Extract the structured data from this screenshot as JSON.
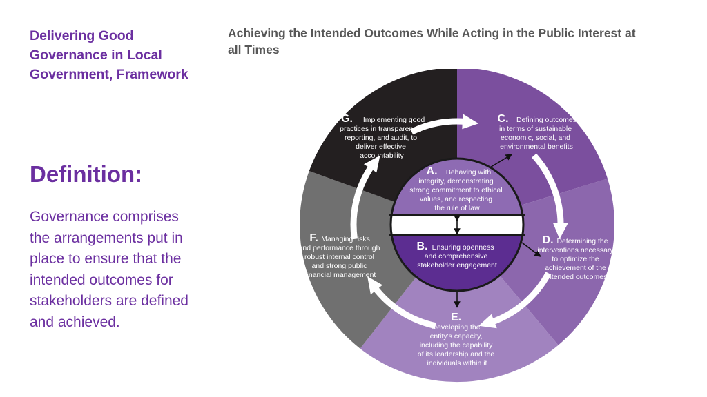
{
  "sidebar": {
    "title_lines": [
      "Delivering Good",
      "Governance in Local",
      "Government, Framework"
    ]
  },
  "definition": {
    "heading": "Definition:",
    "body_lines": [
      "Governance comprises",
      "the arrangements put in",
      "place to ensure that the",
      "intended outcomes for",
      "stakeholders are defined",
      "and achieved."
    ]
  },
  "diagram": {
    "title_lines": [
      "Achieving the Intended Outcomes While Acting in the Public Interest at",
      "all Times"
    ],
    "colors": {
      "segment_c": "#7b4f9e",
      "segment_d": "#8c67ad",
      "segment_e": "#a183bf",
      "segment_f": "#707070",
      "segment_g": "#231f20",
      "inner_top": "#8e6bb3",
      "inner_bottom": "#5c2d91"
    },
    "principles": {
      "g": {
        "letter": "G.",
        "lines": [
          "Implementing good",
          "practices in transparency,",
          "reporting, and audit, to",
          "deliver effective",
          "accountability"
        ]
      },
      "c": {
        "letter": "C.",
        "lines": [
          "Defining outcomes",
          "in terms of sustainable",
          "economic, social, and",
          "environmental benefits"
        ]
      },
      "d": {
        "letter": "D.",
        "lines": [
          "Determining the",
          "interventions necessary",
          "to optimize the",
          "achievement of the",
          "intended outcomes"
        ]
      },
      "e": {
        "letter": "E.",
        "lines": [
          "Developing the",
          "entity's capacity,",
          "including the capability",
          "of its leadership and the",
          "individuals within it"
        ]
      },
      "f": {
        "letter": "F.",
        "lines": [
          "Managing risks",
          "and performance through",
          "robust internal control",
          "and strong public",
          "financial management"
        ]
      },
      "a": {
        "letter": "A.",
        "lines": [
          "Behaving with",
          "integrity, demonstrating",
          "strong commitment to ethical",
          "values, and respecting",
          "the rule of law"
        ]
      },
      "b": {
        "letter": "B.",
        "lines": [
          "Ensuring openness",
          "and comprehensive",
          "stakeholder engagement"
        ]
      }
    }
  }
}
